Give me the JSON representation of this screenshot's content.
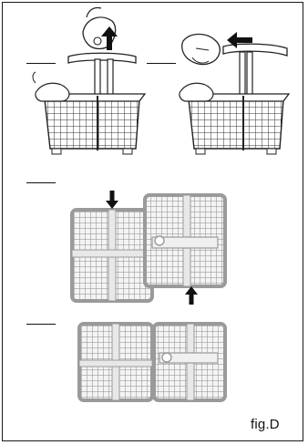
{
  "figure": {
    "label": "fig.D",
    "steps": [
      {
        "panel": "remove-handle-lift",
        "arrow": "up-arrow-icon"
      },
      {
        "panel": "remove-handle-pull",
        "arrow": "left-arrow-icon"
      },
      {
        "panel": "separate-halves-slide",
        "arrows": [
          "down-arrow-icon",
          "up-arrow-icon"
        ]
      },
      {
        "panel": "halves-separated"
      }
    ]
  }
}
